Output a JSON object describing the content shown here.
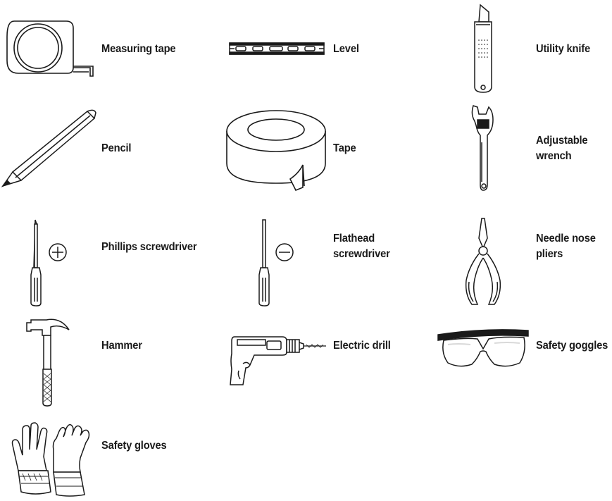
{
  "tools": [
    {
      "id": "measuring-tape",
      "label_lines": [
        "Measuring tape"
      ],
      "icon": "measuring-tape-icon"
    },
    {
      "id": "level",
      "label_lines": [
        "Level"
      ],
      "icon": "level-icon"
    },
    {
      "id": "utility-knife",
      "label_lines": [
        "Utility knife"
      ],
      "icon": "utility-knife-icon"
    },
    {
      "id": "pencil",
      "label_lines": [
        "Pencil"
      ],
      "icon": "pencil-icon"
    },
    {
      "id": "tape",
      "label_lines": [
        "Tape"
      ],
      "icon": "tape-roll-icon"
    },
    {
      "id": "adjustable-wrench",
      "label_lines": [
        "Adjustable",
        "wrench"
      ],
      "icon": "adjustable-wrench-icon"
    },
    {
      "id": "phillips-screwdriver",
      "label_lines": [
        "Phillips screwdriver"
      ],
      "icon": "phillips-screwdriver-icon"
    },
    {
      "id": "flathead-screwdriver",
      "label_lines": [
        "Flathead",
        "screwdriver"
      ],
      "icon": "flathead-screwdriver-icon"
    },
    {
      "id": "needle-nose-pliers",
      "label_lines": [
        "Needle nose",
        "pliers"
      ],
      "icon": "needle-nose-pliers-icon"
    },
    {
      "id": "hammer",
      "label_lines": [
        "Hammer"
      ],
      "icon": "hammer-icon"
    },
    {
      "id": "electric-drill",
      "label_lines": [
        "Electric drill"
      ],
      "icon": "electric-drill-icon"
    },
    {
      "id": "safety-goggles",
      "label_lines": [
        "Safety goggles"
      ],
      "icon": "safety-goggles-icon"
    },
    {
      "id": "safety-gloves",
      "label_lines": [
        "Safety gloves"
      ],
      "icon": "safety-gloves-icon"
    }
  ],
  "colors": {
    "ink": "#1a1a1a",
    "fill": "#ffffff",
    "shade": "#d9d9d9"
  }
}
